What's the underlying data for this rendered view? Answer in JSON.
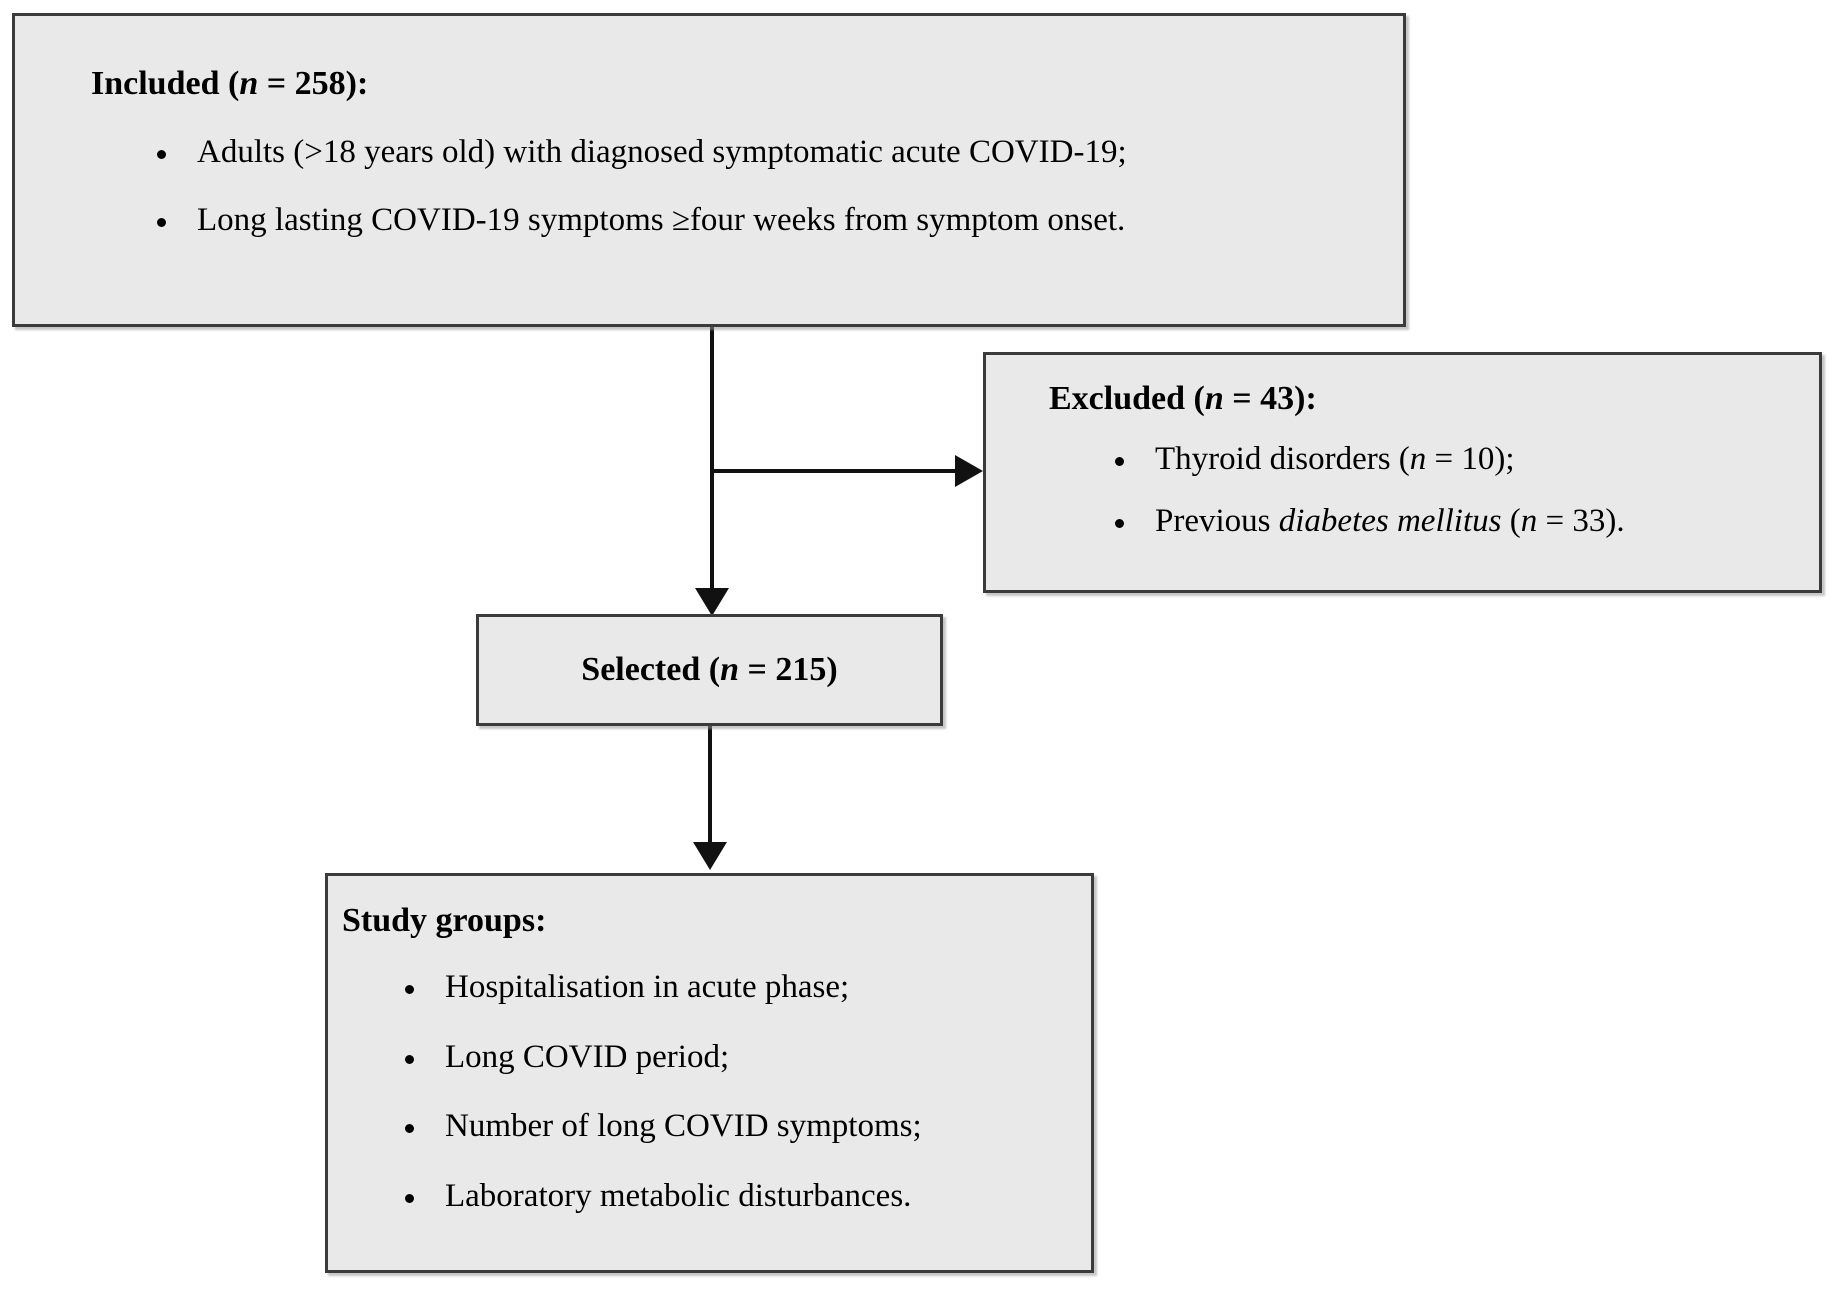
{
  "diagram": {
    "type": "study-flowchart",
    "background_color": "#ffffff",
    "node_fill_color": "#e9e9e9",
    "node_border_color": "#3b3b3b",
    "connector_color": "#111111"
  },
  "nodes": {
    "included": {
      "heading_prefix": "Included (",
      "heading_symbol": "n",
      "heading_suffix": " = 258):",
      "count": 258,
      "bullets": [
        "Adults (>18 years old) with diagnosed symptomatic acute COVID-19;",
        "Long lasting COVID-19 symptoms ≥four weeks from symptom onset."
      ]
    },
    "excluded": {
      "heading_prefix": "Excluded (",
      "heading_symbol": "n",
      "heading_suffix": " = 43):",
      "count": 43,
      "bullets": [
        {
          "prefix": "Thyroid disorders (",
          "symbol": "n",
          "suffix": " = 10);",
          "italic_term": "",
          "value": 10
        },
        {
          "prefix": "Previous ",
          "italic_term": "diabetes mellitus",
          "mid": " (",
          "symbol": "n",
          "suffix": " = 33).",
          "value": 33
        }
      ]
    },
    "selected": {
      "heading_prefix": "Selected (",
      "heading_symbol": "n",
      "heading_suffix": " = 215)",
      "count": 215
    },
    "study_groups": {
      "heading": "Study groups:",
      "bullets": [
        "Hospitalisation in acute phase;",
        "Long COVID period;",
        "Number of long COVID symptoms;",
        "Laboratory metabolic disturbances."
      ]
    }
  },
  "connectors": [
    {
      "name": "included-to-selected",
      "from": "included",
      "to": "selected",
      "direction": "down"
    },
    {
      "name": "included-to-excluded",
      "from": "included",
      "to": "excluded",
      "direction": "right"
    },
    {
      "name": "selected-to-study-groups",
      "from": "selected",
      "to": "study_groups",
      "direction": "down"
    }
  ]
}
